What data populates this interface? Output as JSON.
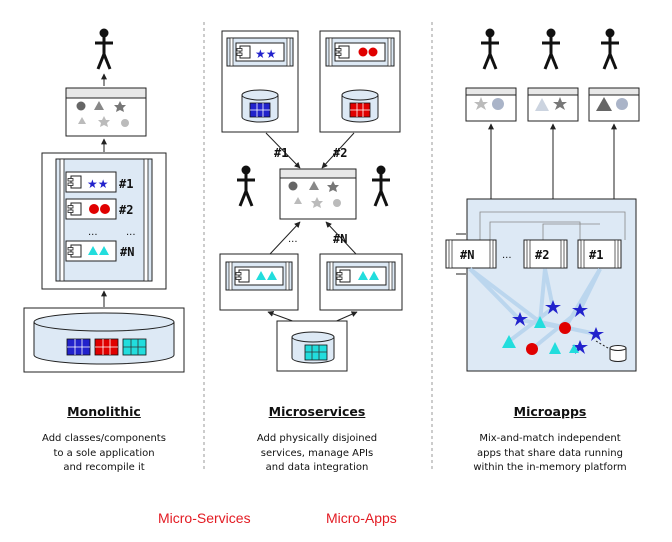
{
  "labels": {
    "n1": "#1",
    "n2": "#2",
    "nN": "#N",
    "ellipsis": "..."
  },
  "columns": [
    {
      "title": "Monolithic",
      "desc": [
        "Add classes/components",
        "to a sole application",
        "and recompile it"
      ]
    },
    {
      "title": "Microservices",
      "desc": [
        "Add physically disjoined",
        "services, manage APIs",
        "and data integration"
      ]
    },
    {
      "title": "Microapps",
      "desc": [
        "Mix-and-match independent",
        "apps that share data running",
        "within the in-memory platform"
      ]
    }
  ],
  "footer": {
    "left": "Micro-Services",
    "right": "Micro-Apps"
  },
  "colors": {
    "blue": "#2222cc",
    "red": "#e00000",
    "cyan": "#22dddd",
    "panel": "#dde9f5",
    "accent_red": "#e31b23"
  }
}
